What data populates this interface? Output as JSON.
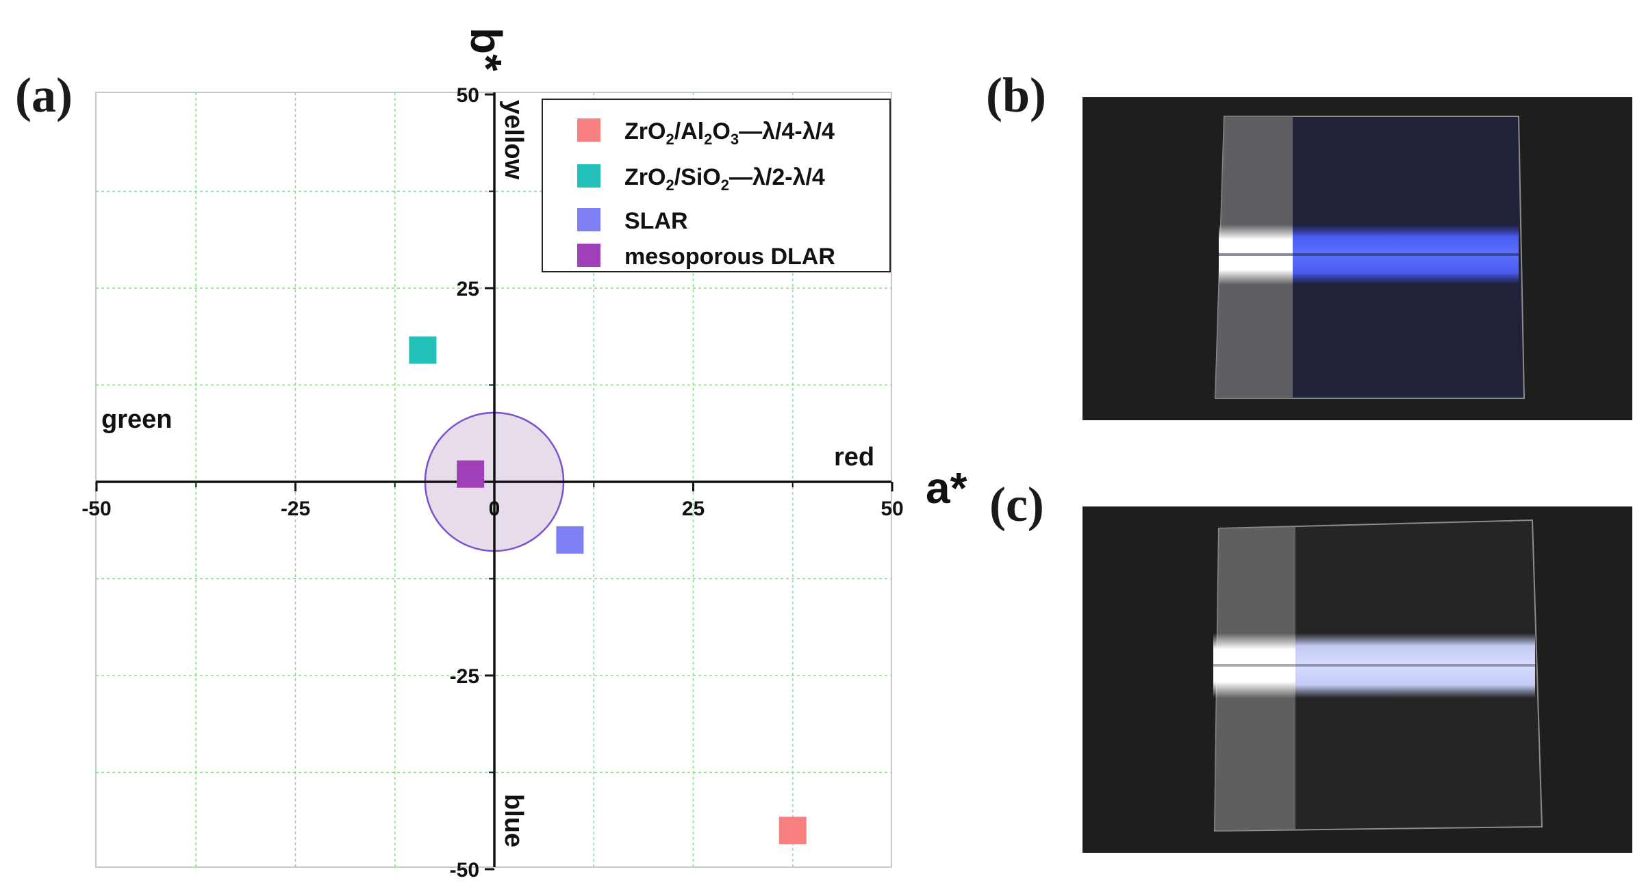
{
  "panels": {
    "a": "(a)",
    "b": "(b)",
    "c": "(c)"
  },
  "chart_data": {
    "type": "scatter",
    "title": "",
    "xlabel": "a*",
    "ylabel": "b*",
    "xlim": [
      -50,
      50
    ],
    "ylim": [
      -50,
      50
    ],
    "x_ticks": [
      "-50",
      "-25",
      "0",
      "25",
      "50"
    ],
    "y_ticks": [
      "50",
      "25",
      "0",
      "-25",
      "-50"
    ],
    "grid": true,
    "legend_position": "top-right",
    "region_labels": {
      "yellow": "yellow",
      "blue": "blue",
      "green": "green",
      "red": "red"
    },
    "series": [
      {
        "name": "ZrO2/Al2O3—λ/4-λ/4",
        "color": "#f88080",
        "x": [
          37.5
        ],
        "y": [
          -45
        ]
      },
      {
        "name": "ZrO2/SiO2—λ/2-λ/4",
        "color": "#22c0b8",
        "x": [
          -9
        ],
        "y": [
          17
        ]
      },
      {
        "name": "SLAR",
        "color": "#7f7ff5",
        "x": [
          9.5
        ],
        "y": [
          -7.5
        ]
      },
      {
        "name": "mesoporous DLAR",
        "color": "#a040b8",
        "x": [
          -3
        ],
        "y": [
          1
        ]
      }
    ],
    "circle": {
      "center": [
        0,
        0
      ],
      "radius": 8.7,
      "fill": "#e6dcea",
      "stroke": "#7a52d0"
    }
  }
}
